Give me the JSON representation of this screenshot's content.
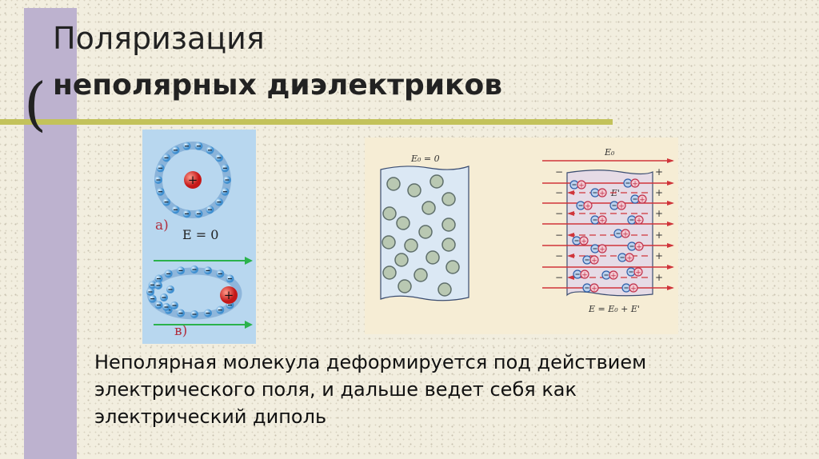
{
  "title": {
    "line1": "Поляризация",
    "line2": "неполярных диэлектриков"
  },
  "figure_left": {
    "label_a": "а)",
    "field_zero": "E = 0",
    "label_b": "в)"
  },
  "figure_right": {
    "left_label": "E₀ = 0",
    "top_label": "E₀",
    "inner_label": "E'",
    "bottom_label": "E = E₀ + E'",
    "minus": "−",
    "plus": "+"
  },
  "caption": [
    "Неполярная молекула деформируется под действием",
    "электрического поля, и дальше ведет себя как",
    "электрический диполь"
  ],
  "colors": {
    "sidebar": "#bdb2cf",
    "rule": "#c3c25a",
    "field_green": "#2bb24c",
    "field_red": "#d0353a"
  }
}
